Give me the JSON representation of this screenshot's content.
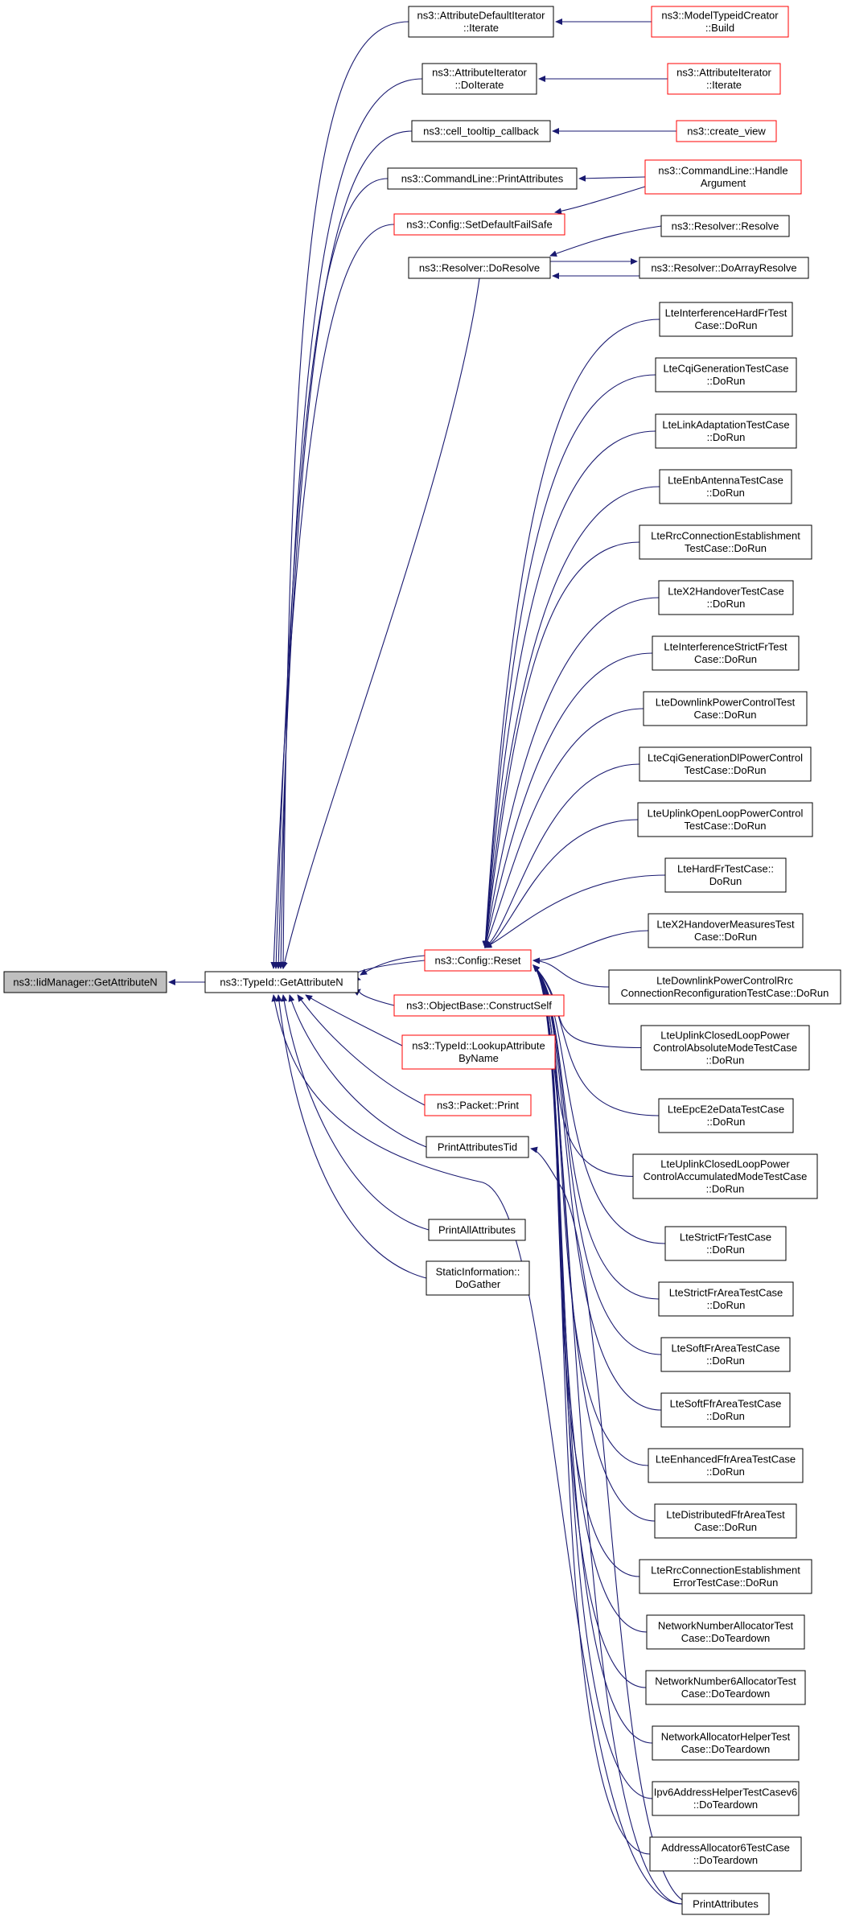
{
  "diagram": {
    "type": "call-graph",
    "edge_color": "#191970",
    "node_border_colors": {
      "normal": "#000000",
      "truncated": "#ff0000"
    },
    "root_fill": "#bfbfbf",
    "nodes": [
      {
        "id": "root",
        "lines": [
          "ns3::IidManager::GetAttributeN"
        ],
        "style": "root"
      },
      {
        "id": "getattr",
        "lines": [
          "ns3::TypeId::GetAttributeN"
        ],
        "style": "normal"
      },
      {
        "id": "adi_iterate",
        "lines": [
          "ns3::AttributeDefaultIterator",
          "::Iterate"
        ],
        "style": "normal"
      },
      {
        "id": "mtc_build",
        "lines": [
          "ns3::ModelTypeidCreator",
          "::Build"
        ],
        "style": "truncated"
      },
      {
        "id": "ai_doiterate",
        "lines": [
          "ns3::AttributeIterator",
          "::DoIterate"
        ],
        "style": "normal"
      },
      {
        "id": "ai_iterate",
        "lines": [
          "ns3::AttributeIterator",
          "::Iterate"
        ],
        "style": "truncated"
      },
      {
        "id": "cell_tooltip",
        "lines": [
          "ns3::cell_tooltip_callback"
        ],
        "style": "normal"
      },
      {
        "id": "create_view",
        "lines": [
          "ns3::create_view"
        ],
        "style": "truncated"
      },
      {
        "id": "cl_printattr",
        "lines": [
          "ns3::CommandLine::PrintAttributes"
        ],
        "style": "normal"
      },
      {
        "id": "cl_handle",
        "lines": [
          "ns3::CommandLine::Handle",
          "Argument"
        ],
        "style": "truncated"
      },
      {
        "id": "cfg_setdefault",
        "lines": [
          "ns3::Config::SetDefaultFailSafe"
        ],
        "style": "truncated"
      },
      {
        "id": "res_resolve",
        "lines": [
          "ns3::Resolver::Resolve"
        ],
        "style": "normal"
      },
      {
        "id": "res_doresolve",
        "lines": [
          "ns3::Resolver::DoResolve"
        ],
        "style": "normal"
      },
      {
        "id": "res_doarray",
        "lines": [
          "ns3::Resolver::DoArrayResolve"
        ],
        "style": "normal"
      },
      {
        "id": "t01",
        "lines": [
          "LteInterferenceHardFrTest",
          "Case::DoRun"
        ],
        "style": "normal"
      },
      {
        "id": "t02",
        "lines": [
          "LteCqiGenerationTestCase",
          "::DoRun"
        ],
        "style": "normal"
      },
      {
        "id": "t03",
        "lines": [
          "LteLinkAdaptationTestCase",
          "::DoRun"
        ],
        "style": "normal"
      },
      {
        "id": "t04",
        "lines": [
          "LteEnbAntennaTestCase",
          "::DoRun"
        ],
        "style": "normal"
      },
      {
        "id": "t05",
        "lines": [
          "LteRrcConnectionEstablishment",
          "TestCase::DoRun"
        ],
        "style": "normal"
      },
      {
        "id": "t06",
        "lines": [
          "LteX2HandoverTestCase",
          "::DoRun"
        ],
        "style": "normal"
      },
      {
        "id": "t07",
        "lines": [
          "LteInterferenceStrictFrTest",
          "Case::DoRun"
        ],
        "style": "normal"
      },
      {
        "id": "t08",
        "lines": [
          "LteDownlinkPowerControlTest",
          "Case::DoRun"
        ],
        "style": "normal"
      },
      {
        "id": "t09",
        "lines": [
          "LteCqiGenerationDlPowerControl",
          "TestCase::DoRun"
        ],
        "style": "normal"
      },
      {
        "id": "t10",
        "lines": [
          "LteUplinkOpenLoopPowerControl",
          "TestCase::DoRun"
        ],
        "style": "normal"
      },
      {
        "id": "t11",
        "lines": [
          "LteHardFrTestCase::",
          "DoRun"
        ],
        "style": "normal"
      },
      {
        "id": "t12",
        "lines": [
          "LteX2HandoverMeasuresTest",
          "Case::DoRun"
        ],
        "style": "normal"
      },
      {
        "id": "t13",
        "lines": [
          "LteDownlinkPowerControlRrc",
          "ConnectionReconfigurationTestCase::DoRun"
        ],
        "style": "normal"
      },
      {
        "id": "t14",
        "lines": [
          "LteUplinkClosedLoopPower",
          "ControlAbsoluteModeTestCase",
          "::DoRun"
        ],
        "style": "normal"
      },
      {
        "id": "t15",
        "lines": [
          "LteEpcE2eDataTestCase",
          "::DoRun"
        ],
        "style": "normal"
      },
      {
        "id": "t16",
        "lines": [
          "LteUplinkClosedLoopPower",
          "ControlAccumulatedModeTestCase",
          "::DoRun"
        ],
        "style": "normal"
      },
      {
        "id": "t17",
        "lines": [
          "LteStrictFrTestCase",
          "::DoRun"
        ],
        "style": "normal"
      },
      {
        "id": "t18",
        "lines": [
          "LteStrictFrAreaTestCase",
          "::DoRun"
        ],
        "style": "normal"
      },
      {
        "id": "t19",
        "lines": [
          "LteSoftFrAreaTestCase",
          "::DoRun"
        ],
        "style": "normal"
      },
      {
        "id": "t20",
        "lines": [
          "LteSoftFfrAreaTestCase",
          "::DoRun"
        ],
        "style": "normal"
      },
      {
        "id": "t21",
        "lines": [
          "LteEnhancedFfrAreaTestCase",
          "::DoRun"
        ],
        "style": "normal"
      },
      {
        "id": "t22",
        "lines": [
          "LteDistributedFfrAreaTest",
          "Case::DoRun"
        ],
        "style": "normal"
      },
      {
        "id": "t23",
        "lines": [
          "LteRrcConnectionEstablishment",
          "ErrorTestCase::DoRun"
        ],
        "style": "normal"
      },
      {
        "id": "t24",
        "lines": [
          "NetworkNumberAllocatorTest",
          "Case::DoTeardown"
        ],
        "style": "normal"
      },
      {
        "id": "t25",
        "lines": [
          "NetworkNumber6AllocatorTest",
          "Case::DoTeardown"
        ],
        "style": "normal"
      },
      {
        "id": "t26",
        "lines": [
          "NetworkAllocatorHelperTest",
          "Case::DoTeardown"
        ],
        "style": "normal"
      },
      {
        "id": "t27",
        "lines": [
          "Ipv6AddressHelperTestCasev6",
          "::DoTeardown"
        ],
        "style": "normal"
      },
      {
        "id": "t28",
        "lines": [
          "AddressAllocator6TestCase",
          "::DoTeardown"
        ],
        "style": "normal"
      },
      {
        "id": "print_attrs",
        "lines": [
          "PrintAttributes"
        ],
        "style": "normal"
      },
      {
        "id": "cfg_reset",
        "lines": [
          "ns3::Config::Reset"
        ],
        "style": "truncated"
      },
      {
        "id": "ob_construct",
        "lines": [
          "ns3::ObjectBase::ConstructSelf"
        ],
        "style": "truncated"
      },
      {
        "id": "tid_lookup",
        "lines": [
          "ns3::TypeId::LookupAttribute",
          "ByName"
        ],
        "style": "truncated"
      },
      {
        "id": "pkt_print",
        "lines": [
          "ns3::Packet::Print"
        ],
        "style": "truncated"
      },
      {
        "id": "print_tid",
        "lines": [
          "PrintAttributesTid"
        ],
        "style": "normal"
      },
      {
        "id": "print_all",
        "lines": [
          "PrintAllAttributes"
        ],
        "style": "normal"
      },
      {
        "id": "static_info",
        "lines": [
          "StaticInformation::",
          "DoGather"
        ],
        "style": "normal"
      }
    ]
  }
}
